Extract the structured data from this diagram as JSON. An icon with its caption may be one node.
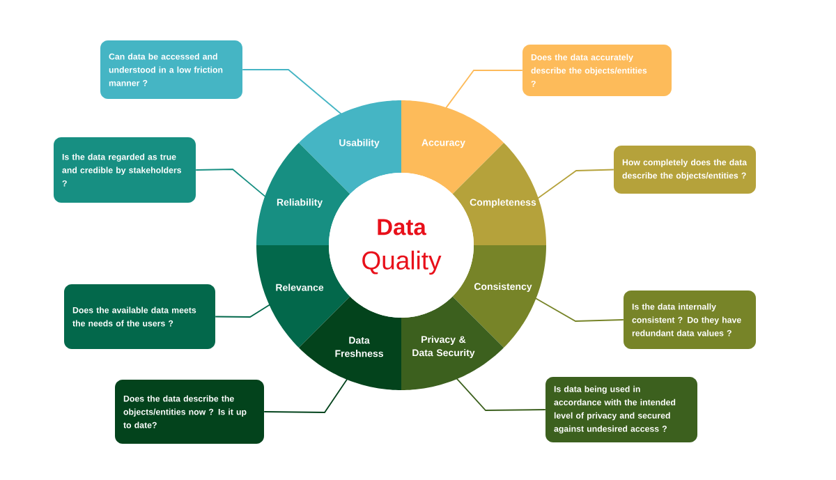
{
  "diagram": {
    "nodes": [
      {
        "text": [
          "Data",
          "Quality"
        ]
      },
      {
        "text": [
          "Usability"
        ]
      },
      {
        "text": [
          "Accuracy"
        ]
      },
      {
        "text": [
          "Reliability"
        ]
      },
      {
        "text": [
          "Completeness"
        ]
      },
      {
        "text": [
          "Relevance"
        ]
      },
      {
        "text": [
          "Consistency"
        ]
      },
      {
        "text": [
          "Data Freshness"
        ]
      },
      {
        "text": [
          "Privacy & Data Security"
        ]
      },
      {
        "text": [
          "Can data be accessed and understood in a low friction manner ?"
        ]
      },
      {
        "text": [
          "Does the data accurately describe the objects/entities ?"
        ]
      },
      {
        "text": [
          "Is the data regarded as true and credible by stakeholders ?"
        ]
      },
      {
        "text": [
          "How completely does the data describe the objects/entities ?"
        ]
      },
      {
        "text": [
          "Does the available data meets the needs of the users ?"
        ]
      },
      {
        "text": [
          "Is the data internally consistent ? Do they have redundant data values ?"
        ]
      },
      {
        "text": [
          "Does the data describe the objects/entities now ? Is it up to date?"
        ]
      },
      {
        "text": [
          "Is data being used in accordance with the intended level of privacy and secured against undesired access ?"
        ]
      }
    ],
    "edges": [
      {
        "from": 9,
        "to": 1,
        "arrow": "none",
        "color": "#45b5c4"
      },
      {
        "from": 10,
        "to": 2,
        "arrow": "none",
        "color": "#fdbb5a"
      },
      {
        "from": 11,
        "to": 3,
        "arrow": "none",
        "color": "#178f82"
      },
      {
        "from": 12,
        "to": 4,
        "arrow": "none",
        "color": "#b5a23b"
      },
      {
        "from": 13,
        "to": 5,
        "arrow": "none",
        "color": "#03684b"
      },
      {
        "from": 14,
        "to": 6,
        "arrow": "none",
        "color": "#778428"
      },
      {
        "from": 15,
        "to": 7,
        "arrow": "none",
        "color": "#03431c"
      },
      {
        "from": 16,
        "to": 8,
        "arrow": "none",
        "color": "#3c601e"
      }
    ]
  }
}
